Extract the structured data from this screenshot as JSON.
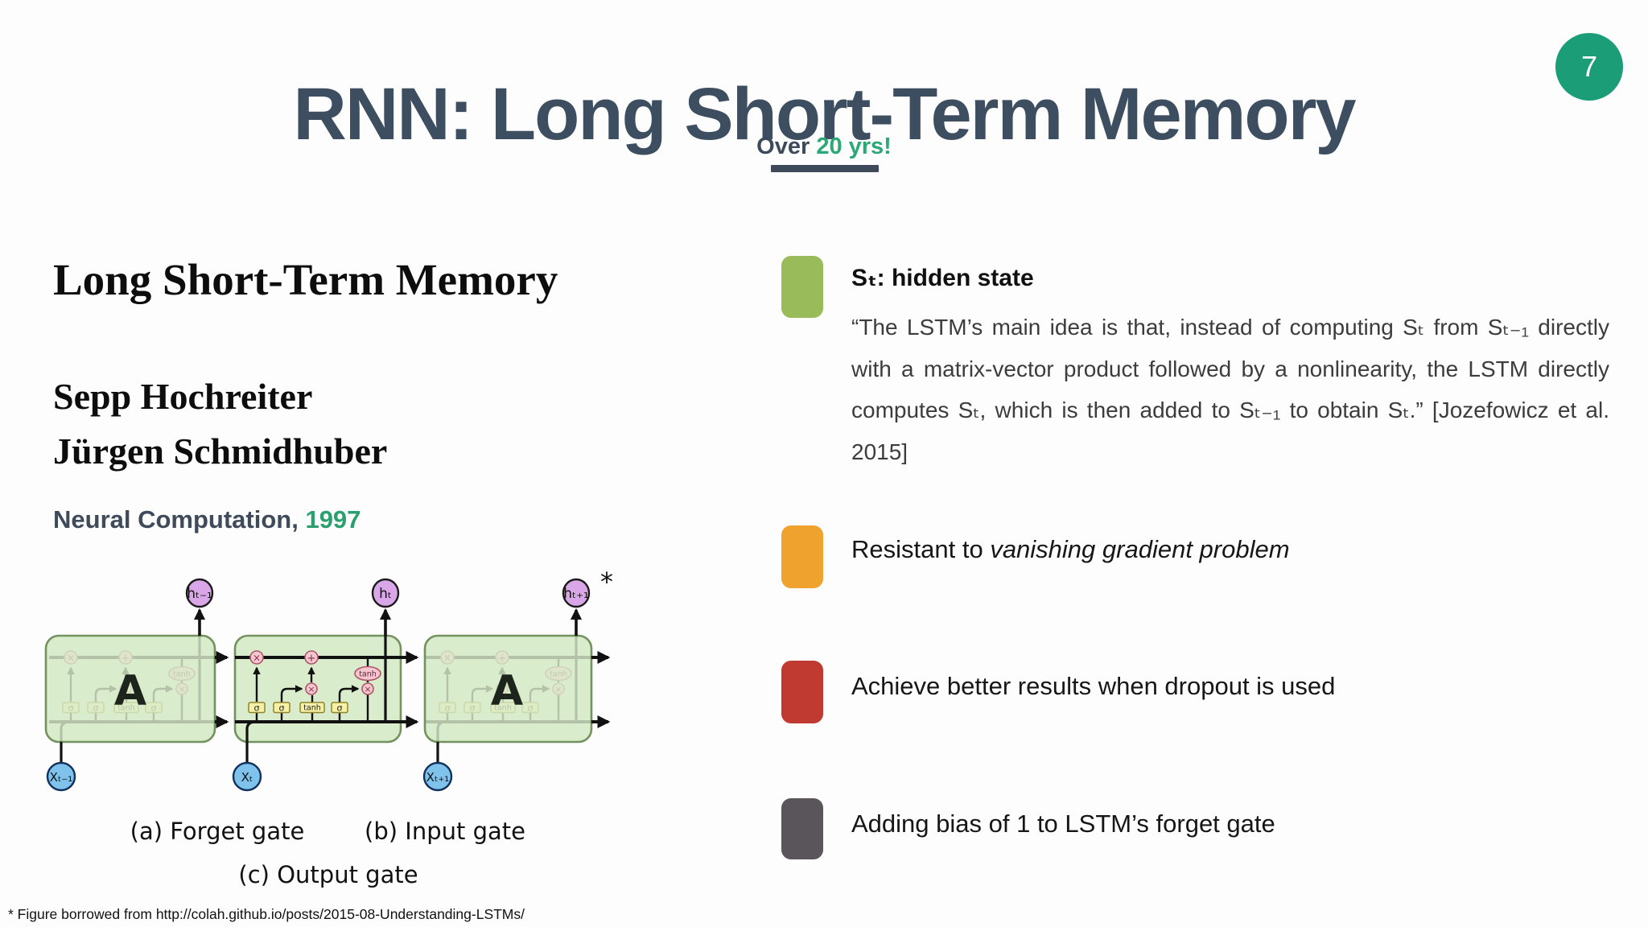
{
  "slide": {
    "page_number": "7",
    "title": "RNN: Long Short-Term Memory",
    "subtitle_prefix": "Over ",
    "subtitle_highlight": "20 yrs!",
    "footnote": "* Figure borrowed from http://colah.github.io/posts/2015-08-Understanding-LSTMs/"
  },
  "paper": {
    "title": "Long Short-Term Memory",
    "author_1": "Sepp Hochreiter",
    "author_2": "Jürgen Schmidhuber",
    "venue": "Neural Computation, ",
    "year": "1997"
  },
  "diagram": {
    "cell_label": "A",
    "h_labels": [
      "hₜ₋₁",
      "hₜ",
      "hₜ₊₁"
    ],
    "x_labels": [
      "Xₜ₋₁",
      "Xₜ",
      "Xₜ₊₁"
    ],
    "asterisk": "*",
    "op_multiply": "×",
    "op_add": "+",
    "tanh_label": "tanh",
    "sigma_label": "σ",
    "caption_a": "(a) Forget gate",
    "caption_b": "(b) Input gate",
    "caption_c": "(c) Output gate"
  },
  "bullets": {
    "b1": {
      "swatch_color": "#99bb59",
      "title": "Sₜ: hidden state",
      "quote": "“The LSTM’s main idea is that, instead of computing Sₜ from Sₜ₋₁ directly with a matrix-vector product followed by a nonlinearity, the LSTM directly computes Sₜ, which is then added to Sₜ₋₁ to obtain Sₜ.” [Jozefowicz et al. 2015]"
    },
    "b2": {
      "swatch_color": "#efa32e",
      "prefix": "Resistant to ",
      "italic": "vanishing gradient problem"
    },
    "b3": {
      "swatch_color": "#c03a32",
      "text": "Achieve better results when dropout is used"
    },
    "b4": {
      "swatch_color": "#59555a",
      "text": "Adding bias of 1 to LSTM’s forget gate"
    }
  },
  "colors": {
    "title_text": "#3d4e61",
    "accent_circle": "#1b9d78",
    "accent_green_text": "#2aa876",
    "underline": "#3e4a59",
    "cell_fill": "#d9eccb",
    "cell_border": "#74925f",
    "gate_yellow": "#f6f1a7",
    "op_pink": "#f4c7d0",
    "h_purple": "#d9a6e8",
    "x_blue": "#7fc2ec"
  }
}
